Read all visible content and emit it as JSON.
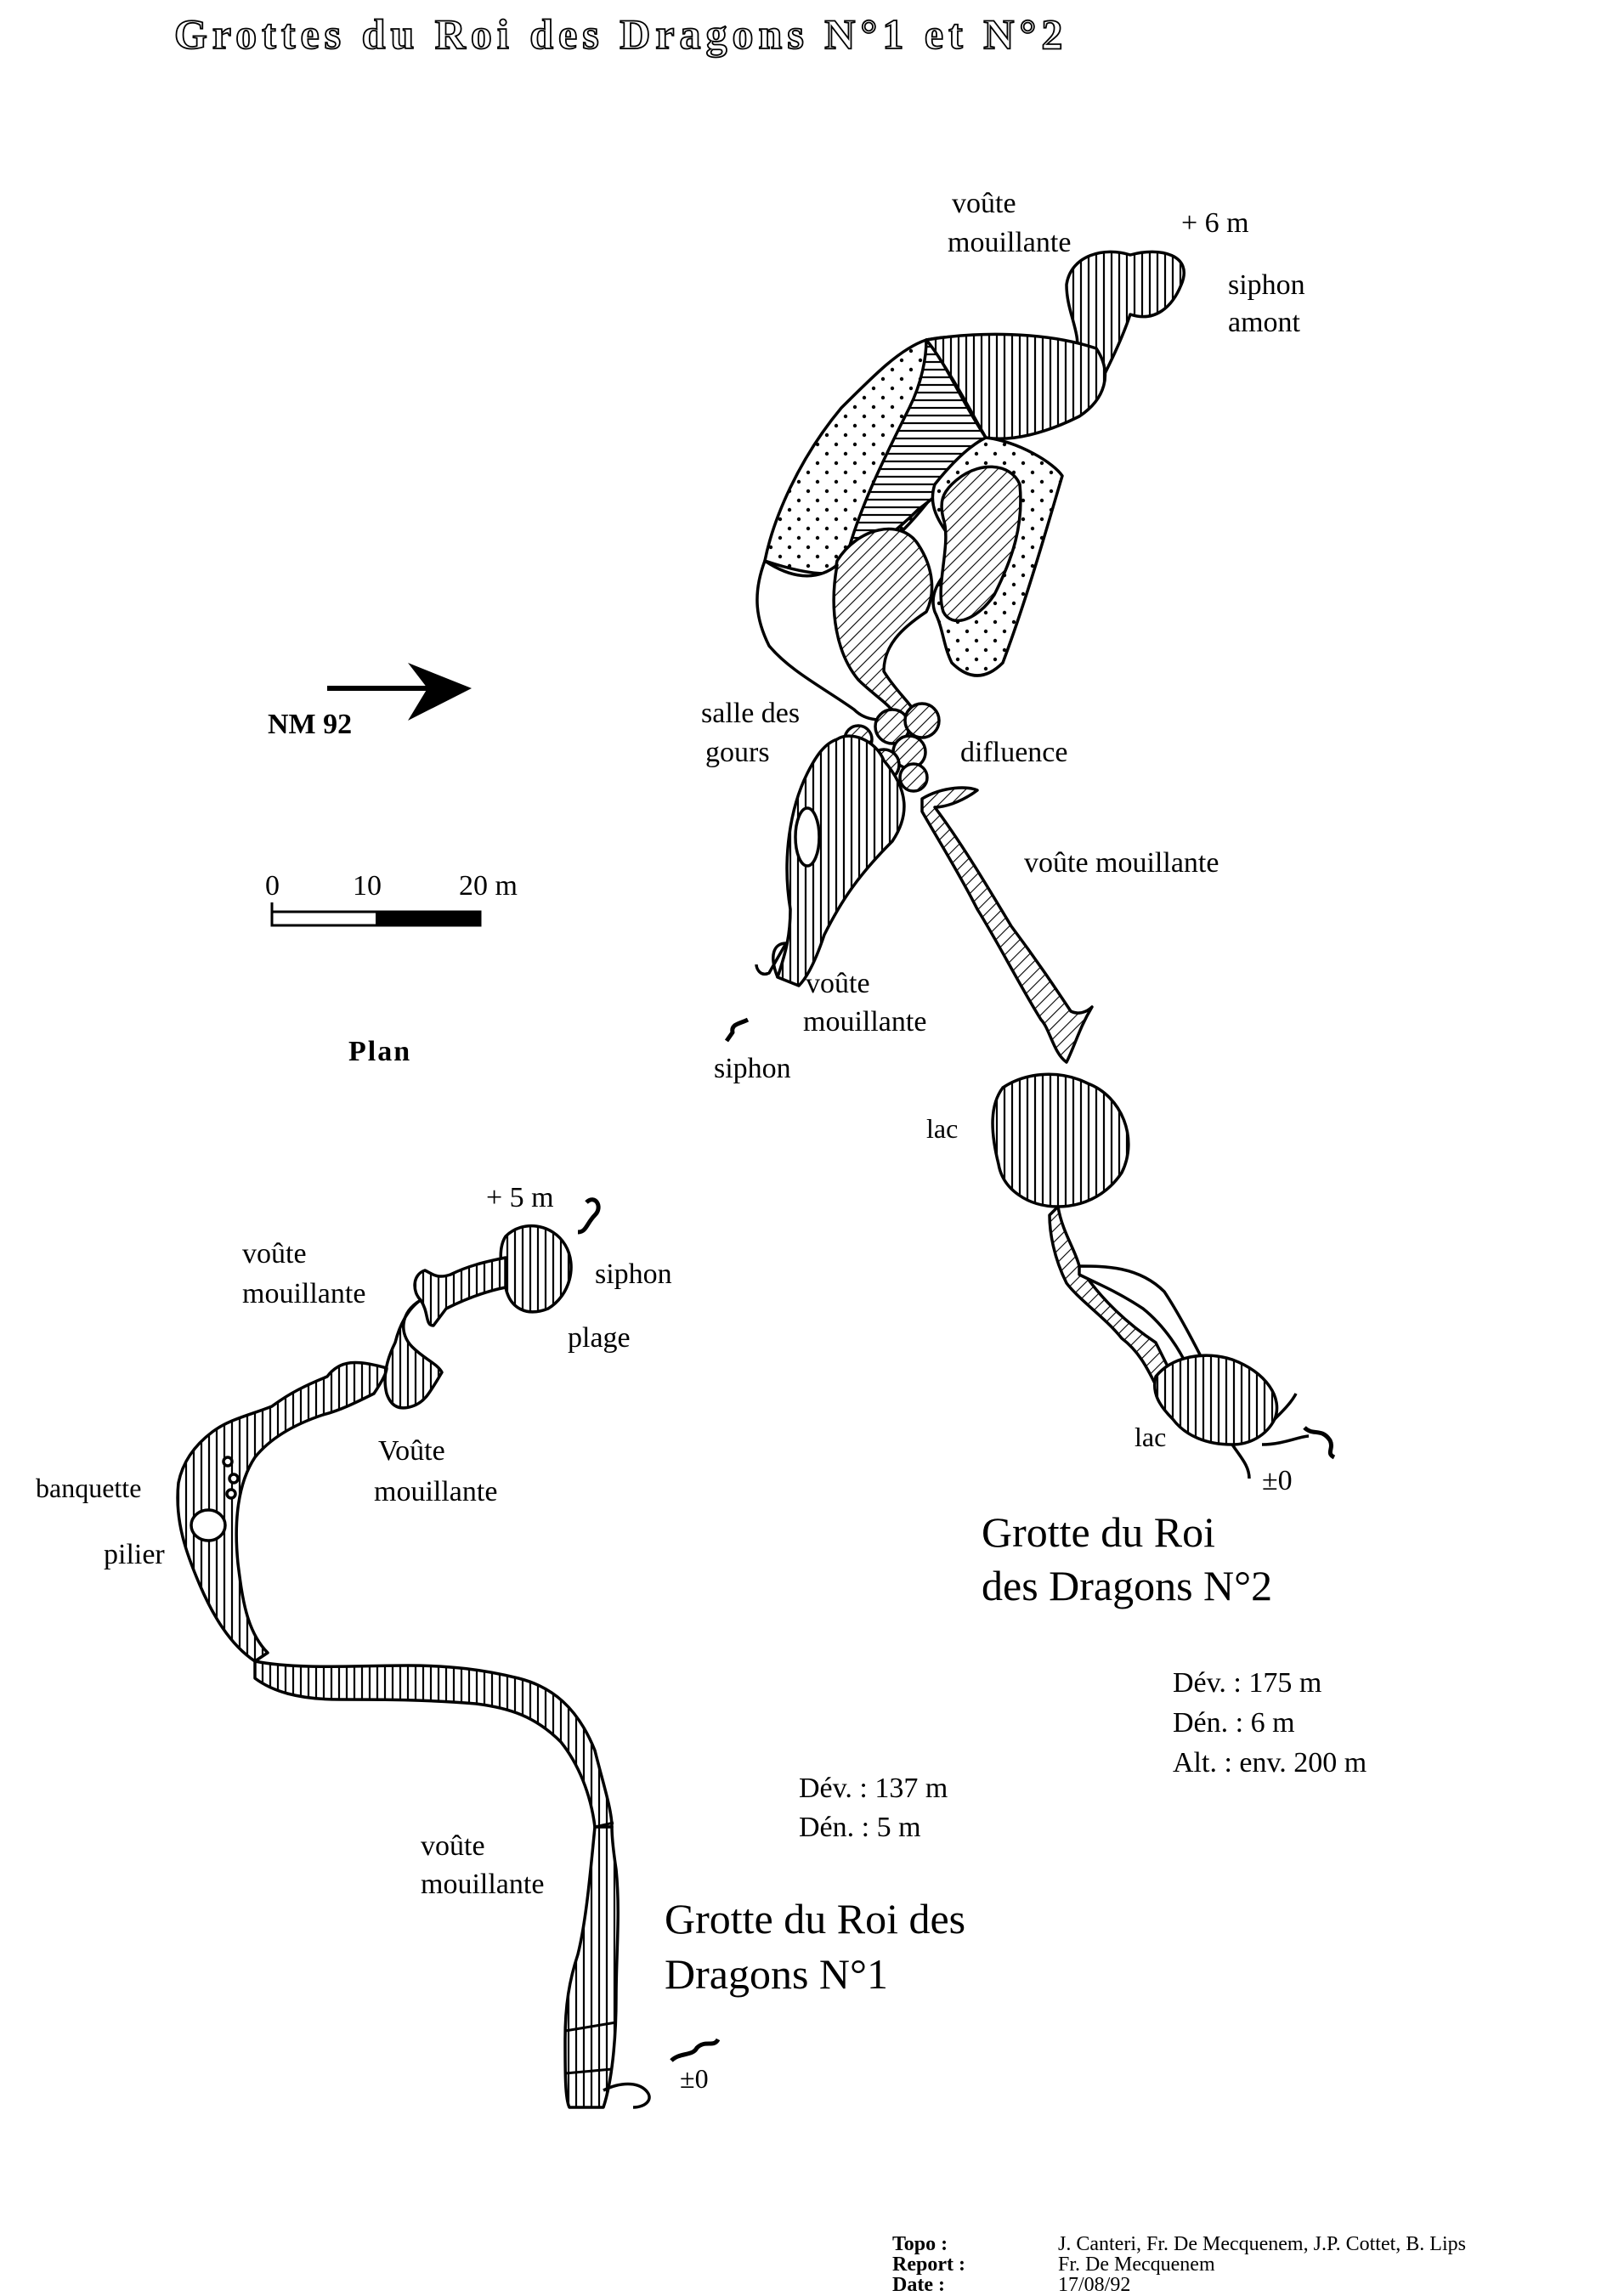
{
  "title": "Grottes du Roi des Dragons N°1 et N°2",
  "legend": {
    "north": "NM 92",
    "scale_labels": [
      "0",
      "10",
      "20 m"
    ],
    "plan": "Plan"
  },
  "cave2": {
    "name_line1": "Grotte du Roi",
    "name_line2": "des Dragons N°2",
    "stats": [
      "Dév. : 175 m",
      "Dén. : 6 m",
      "Alt. : env. 200 m"
    ],
    "labels": {
      "voute_top_1": "voûte",
      "voute_top_2": "mouillante",
      "plus6": "+ 6 m",
      "siphon_amont_1": "siphon",
      "siphon_amont_2": "amont",
      "salle_1": "salle des",
      "salle_2": "gours",
      "difluence": "difluence",
      "voute_right": "voûte mouillante",
      "voute_left_1": "voûte",
      "voute_left_2": "mouillante",
      "siphon": "siphon",
      "lac1": "lac",
      "lac2": "lac",
      "zero": "±0"
    }
  },
  "cave1": {
    "name_line1": "Grotte du Roi des",
    "name_line2": "Dragons N°1",
    "stats": [
      "Dév. : 137 m",
      "Dén. : 5 m"
    ],
    "labels": {
      "plus5": "+ 5 m",
      "voute_1": "voûte",
      "voute_2": "mouillante",
      "siphon": "siphon",
      "plage": "plage",
      "banquette": "banquette",
      "pilier": "pilier",
      "Voute_1": "Voûte",
      "Voute_2": "mouillante",
      "voute_low_1": "voûte",
      "voute_low_2": "mouillante",
      "zero": "±0"
    }
  },
  "credits": {
    "topo_label": "Topo :",
    "topo_value": "J. Canteri, Fr. De Mecquenem, J.P. Cottet, B. Lips",
    "report_label": "Report :",
    "report_value": "Fr. De Mecquenem",
    "date_label": "Date :",
    "date_value": "17/08/92"
  }
}
